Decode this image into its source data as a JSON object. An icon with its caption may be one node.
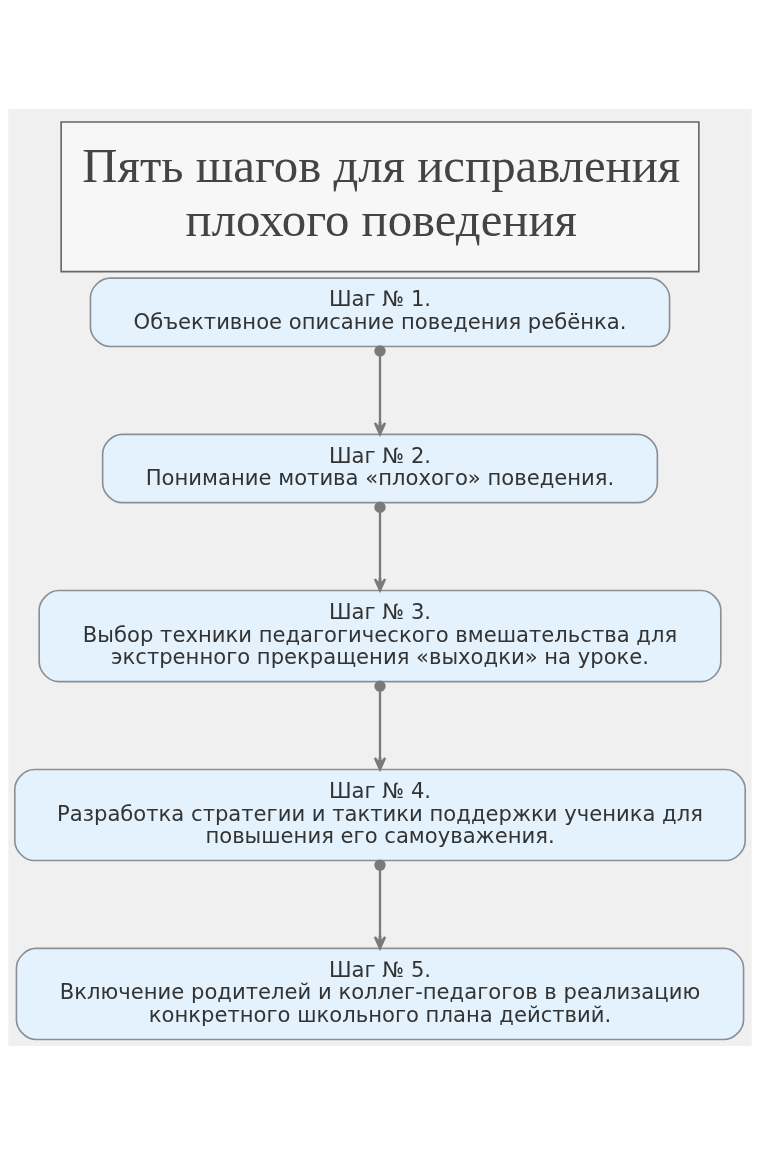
{
  "diagram": {
    "title": "Пять шагов для исправления плохого поведения",
    "nodes": [
      {
        "text": [
          "Шаг № 1.",
          "Объективное описание поведения ребёнка."
        ]
      },
      {
        "text": [
          "Шаг № 2.",
          "Понимание мотива «плохого» поведения."
        ]
      },
      {
        "text": [
          "Шаг № 3.",
          "Выбор техники педагогического вмешательства для экстренного прекращения «выходки» на уроке."
        ]
      },
      {
        "text": [
          "Шаг № 4.",
          "Разработка стратегии и тактики поддержки ученика для повышения его самоуважения."
        ]
      },
      {
        "text": [
          "Шаг № 5.",
          "Включение родителей и коллег-педагогов в реализацию конкретного школьного плана действий."
        ]
      }
    ],
    "edges": [
      {
        "from": 0,
        "to": 1,
        "arrow": "to"
      },
      {
        "from": 1,
        "to": 2,
        "arrow": "to"
      },
      {
        "from": 2,
        "to": 3,
        "arrow": "to"
      },
      {
        "from": 3,
        "to": 4,
        "arrow": "to"
      }
    ]
  }
}
